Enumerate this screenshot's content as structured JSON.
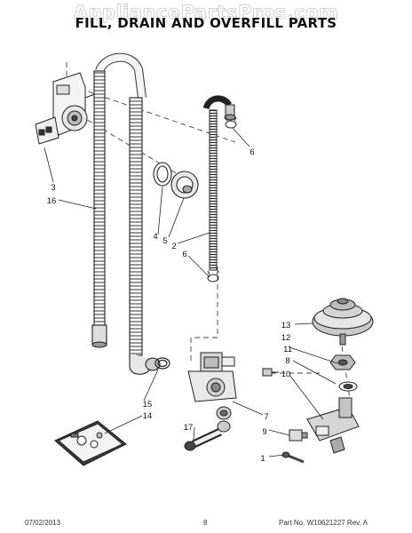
{
  "watermark": "AppliancePartsPros.com",
  "title": "FILL, DRAIN AND OVERFILL PARTS",
  "callouts": [
    "1",
    "2",
    "3",
    "4",
    "5",
    "6",
    "6",
    "7",
    "8",
    "9",
    "10",
    "11",
    "12",
    "13",
    "14",
    "15",
    "16",
    "17"
  ],
  "footer": {
    "date": "07/02/2013",
    "page": "8",
    "part_no": "Part No. W10621227  Rev. A"
  }
}
